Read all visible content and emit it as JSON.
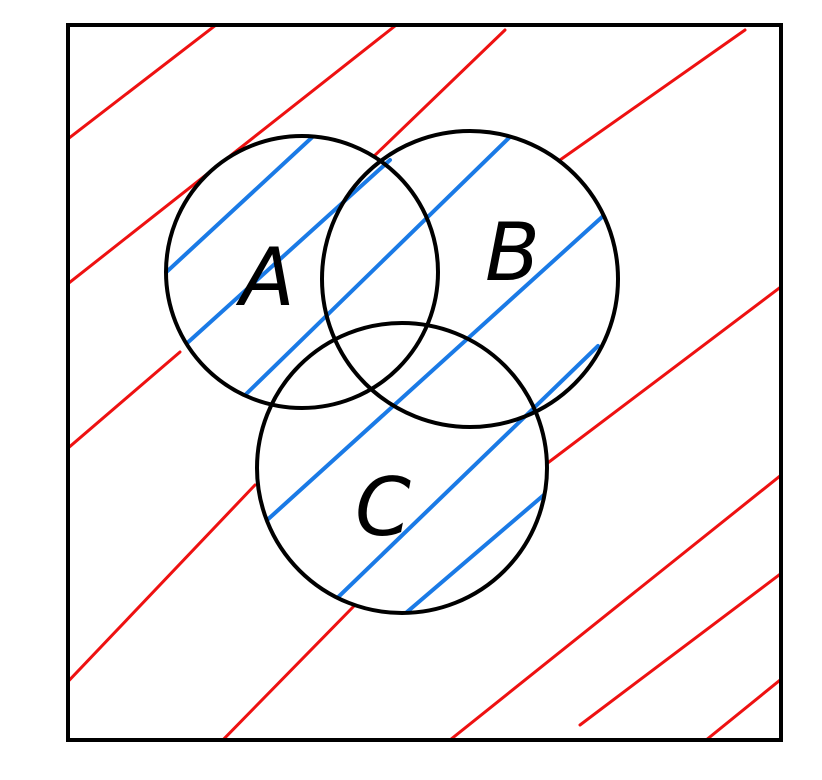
{
  "diagram": {
    "type": "venn-3-set",
    "sets": [
      {
        "id": "a",
        "label": "A"
      },
      {
        "id": "b",
        "label": "B"
      },
      {
        "id": "c",
        "label": "C"
      }
    ],
    "colors": {
      "outline": "#000000",
      "complement_hatch": "#ee1111",
      "sets_hatch": "#1a7ae6",
      "background": "#ffffff"
    }
  }
}
